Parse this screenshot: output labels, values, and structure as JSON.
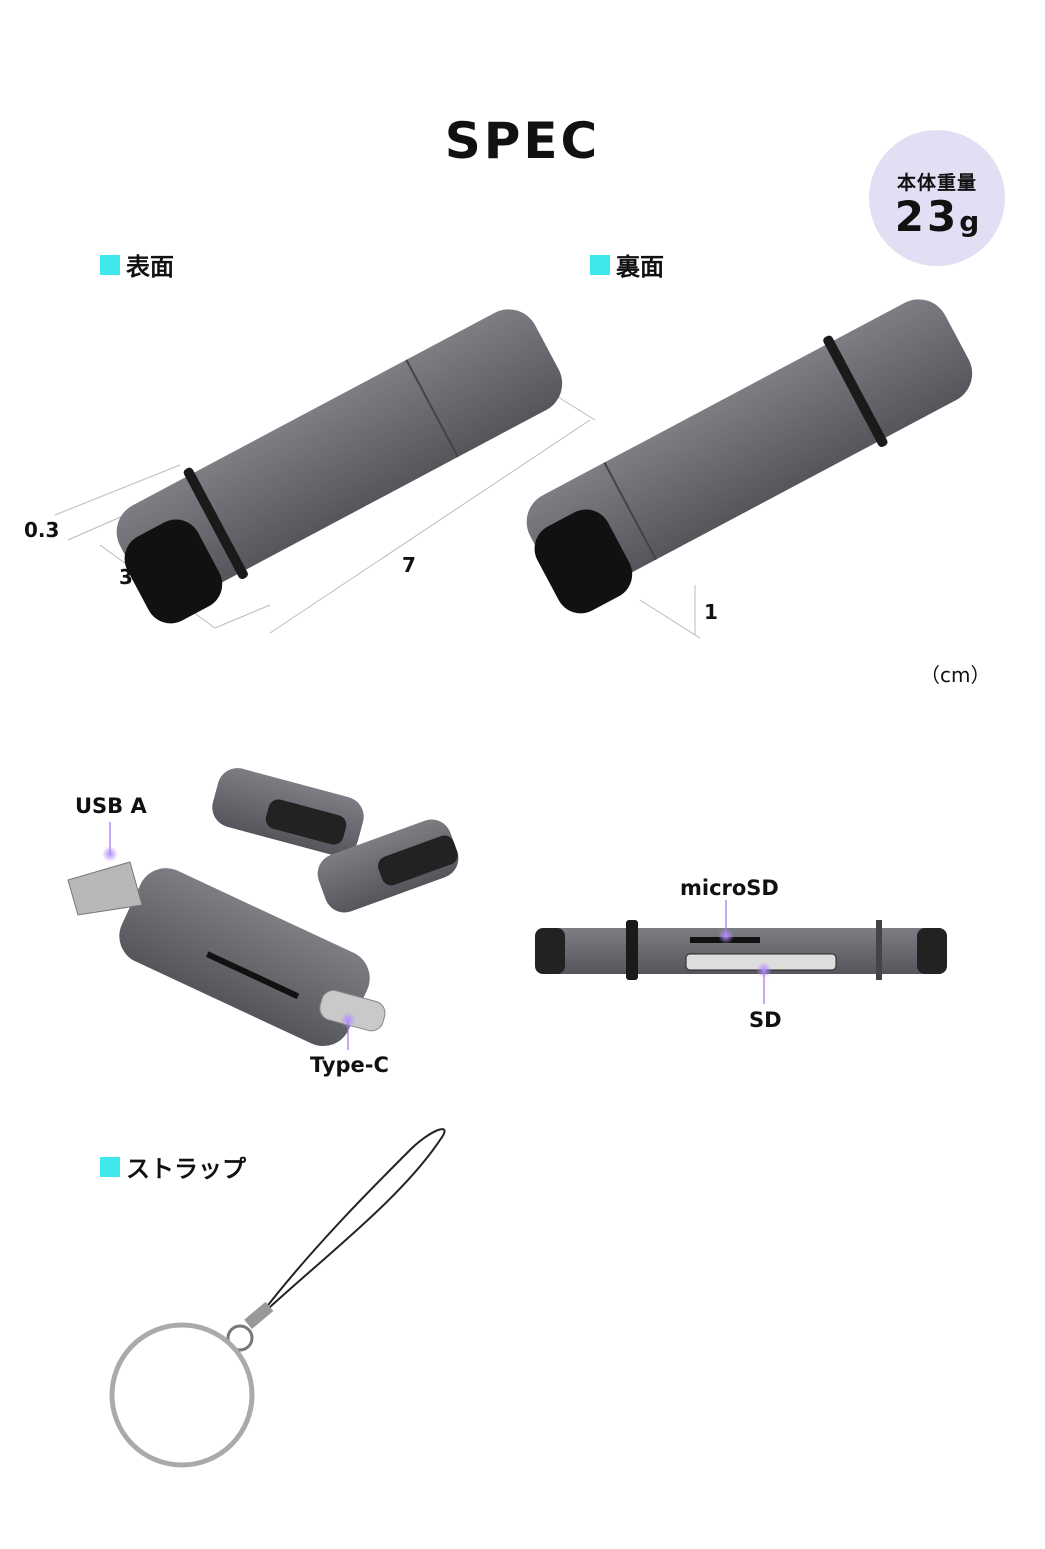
{
  "header": {
    "title": "SPEC"
  },
  "weight_badge": {
    "label": "本体重量",
    "value": "23",
    "unit": "g",
    "color": "#e2dff5"
  },
  "sections": {
    "front": "表面",
    "back": "裏面",
    "strap": "ストラップ",
    "marker_color": "#3ee8ea"
  },
  "dimensions": {
    "thickness": "0.3",
    "width": "3",
    "length": "7",
    "height": "1",
    "unit": "（cm）"
  },
  "callouts": {
    "usb_a": "USB A",
    "type_c": "Type-C",
    "microsd": "microSD",
    "sd": "SD",
    "dot_color": "#a070f0"
  }
}
